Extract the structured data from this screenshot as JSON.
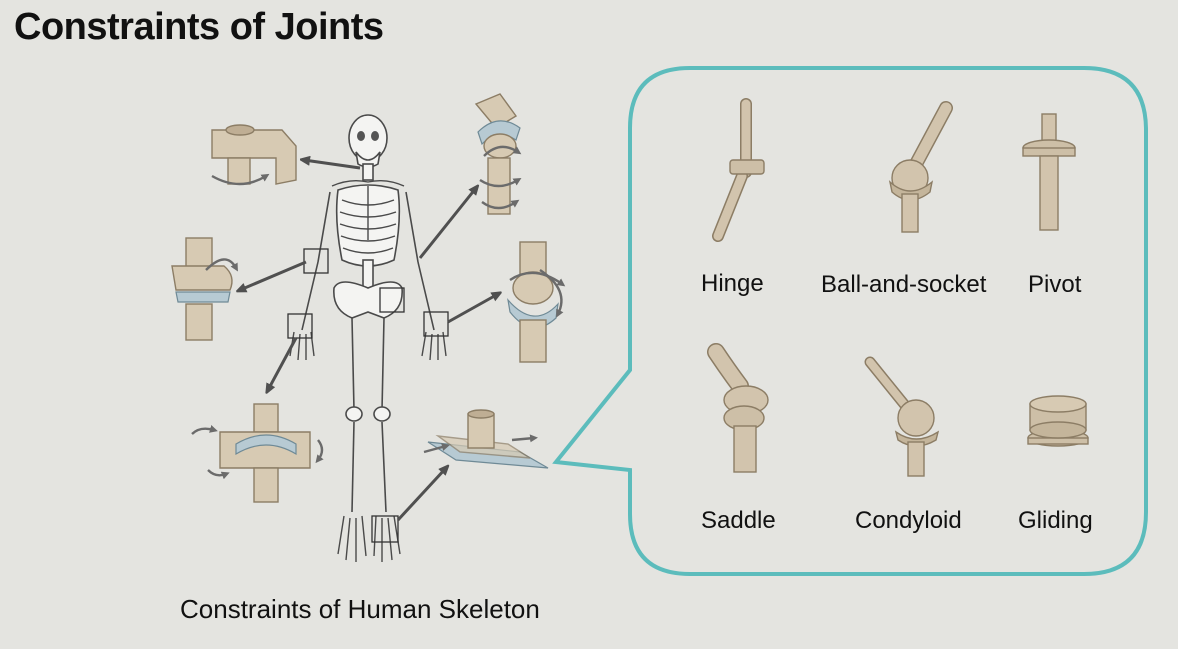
{
  "title": "Constraints of Joints",
  "caption": "Constraints of Human Skeleton",
  "joint_types": [
    {
      "label": "Hinge",
      "icon": "hinge-joint-icon"
    },
    {
      "label": "Ball-and-socket",
      "icon": "ball-and-socket-joint-icon"
    },
    {
      "label": "Pivot",
      "icon": "pivot-joint-icon"
    },
    {
      "label": "Saddle",
      "icon": "saddle-joint-icon"
    },
    {
      "label": "Condyloid",
      "icon": "condyloid-joint-icon"
    },
    {
      "label": "Gliding",
      "icon": "gliding-joint-icon"
    }
  ],
  "colors": {
    "background": "#e4e4e0",
    "panel_border": "#5cbcbc",
    "joint_material": "#d7cab3",
    "joint_accent": "#b7cad3"
  }
}
